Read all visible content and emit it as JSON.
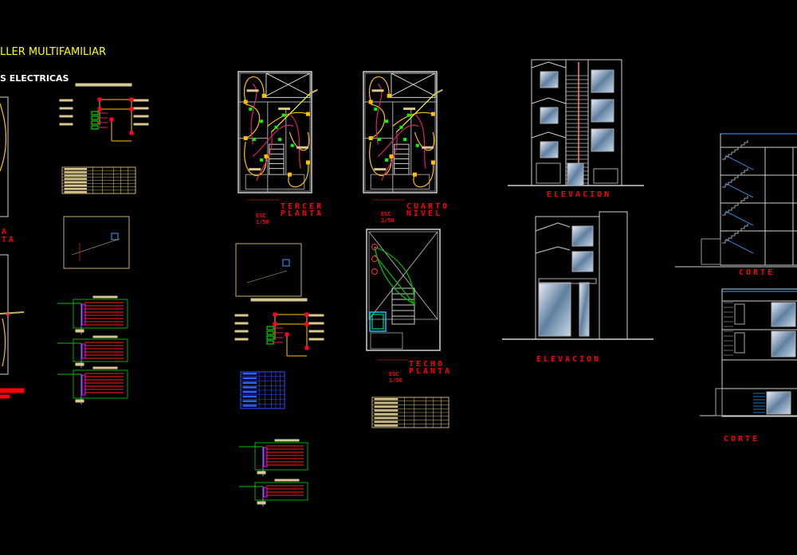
{
  "colors": {
    "background": "#000000",
    "title": "#ffff00",
    "subtitle": "#ffffff",
    "label": "#ff0000",
    "wall": "#d0d0d0",
    "circuit_yellow": "#ffc000",
    "circuit_red": "#e0206a",
    "switch_green": "#00ff00",
    "blue_line": "#3aa0ff",
    "note_text": "#d8c890"
  },
  "header": {
    "title": "LLER  MULTIFAMILIAR",
    "subtitle": "S ELECTRICAS"
  },
  "left_cut_labels": {
    "upper_1": "A",
    "upper_2": "TA"
  },
  "plans": [
    {
      "title_1": "TERCER",
      "title_2": "PLANTA",
      "scale_1": "ESC",
      "scale_2": "1/50"
    },
    {
      "title_1": "CUARTO",
      "title_2": "NIVEL",
      "scale_1": "ESC",
      "scale_2": "1/50"
    },
    {
      "title_1": "TECHO",
      "title_2": "PLANTA",
      "scale_1": "ESC",
      "scale_2": "1/50"
    }
  ],
  "elevations": [
    {
      "label": "ELEVACION"
    },
    {
      "label": "ELEVACION"
    }
  ],
  "sections": [
    {
      "label": "CORTE"
    },
    {
      "label": "CORTE"
    }
  ]
}
